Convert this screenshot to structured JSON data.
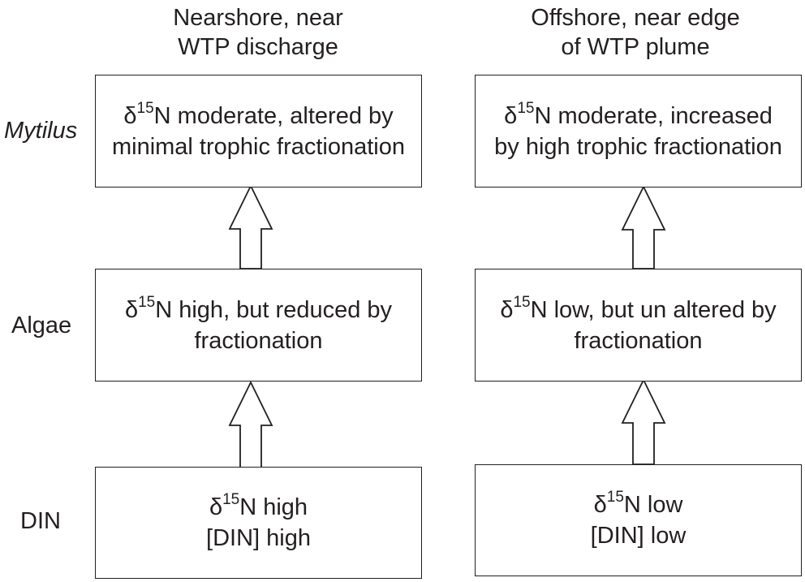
{
  "columns": [
    {
      "title": [
        "Nearshore, near",
        "WTP discharge"
      ],
      "boxes": {
        "mytilus": {
          "line1": {
            "delta": "δ",
            "sup": "15",
            "rest": "N moderate, altered by"
          },
          "line2": "minimal trophic fractionation"
        },
        "algae": {
          "line1": {
            "delta": "δ",
            "sup": "15",
            "rest": "N high, but reduced by"
          },
          "line2": "fractionation"
        },
        "din": {
          "line1": {
            "delta": "δ",
            "sup": "15",
            "rest": "N high"
          },
          "line2": "[DIN] high"
        }
      }
    },
    {
      "title": [
        "Offshore, near edge",
        "of WTP plume"
      ],
      "boxes": {
        "mytilus": {
          "line1": {
            "delta": "δ",
            "sup": "15",
            "rest": "N moderate, increased"
          },
          "line2": "by high trophic fractionation"
        },
        "algae": {
          "line1": {
            "delta": "δ",
            "sup": "15",
            "rest": "N low, but un altered by"
          },
          "line2": "fractionation"
        },
        "din": {
          "line1": {
            "delta": "δ",
            "sup": "15",
            "rest": "N low"
          },
          "line2": "[DIN] low"
        }
      }
    }
  ],
  "row_labels": {
    "mytilus": "Mytilus",
    "algae": "Algae",
    "din": "DIN"
  },
  "colors": {
    "stroke": "#231f20",
    "background": "#ffffff"
  }
}
